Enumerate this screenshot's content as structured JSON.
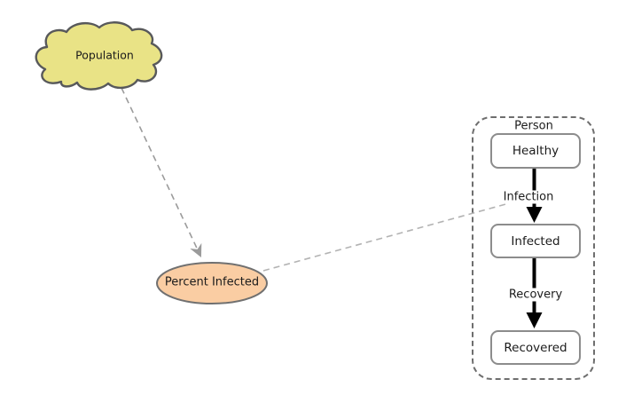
{
  "diagram": {
    "nodes": {
      "population": {
        "label": "Population",
        "shape": "cloud"
      },
      "percent_infected": {
        "label": "Percent Infected",
        "shape": "ellipse"
      }
    },
    "group": {
      "label": "Person",
      "states": {
        "healthy": {
          "label": "Healthy"
        },
        "infected": {
          "label": "Infected"
        },
        "recovered": {
          "label": "Recovered"
        }
      },
      "transitions": {
        "infection": {
          "label": "Infection"
        },
        "recovery": {
          "label": "Recovery"
        }
      }
    },
    "links": [
      {
        "from": "Population",
        "to": "Percent Infected",
        "style": "dashed-arrow"
      },
      {
        "from": "Percent Infected",
        "to": "Infection",
        "style": "dashed-line"
      }
    ],
    "colors": {
      "cloud_fill": "#e9e386",
      "cloud_stroke": "#58595b",
      "ellipse_fill": "#facda3",
      "ellipse_stroke": "#707070",
      "box_border": "#8c8c8c",
      "group_border": "#6e6e6e",
      "link_gray": "#9b9b9b",
      "link_gray_light": "#b3b3b3",
      "flow_arrow": "#000000",
      "text": "#1b1b1b",
      "background": "#ffffff"
    }
  }
}
